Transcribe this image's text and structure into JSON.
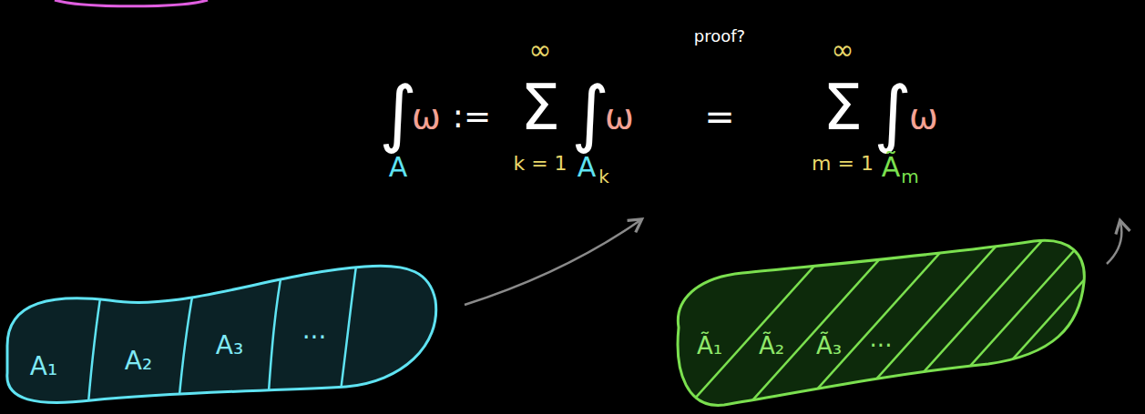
{
  "diagram": {
    "nodes": [
      {
        "text": [
          "A₁",
          "A₂",
          "A₃",
          "..."
        ]
      },
      {
        "text": [
          "Ã₁",
          "Ã₂",
          "Ã₃",
          "..."
        ]
      }
    ],
    "labels": [
      "∫",
      "A",
      "ω",
      ":=",
      "∞",
      "Σ",
      "k = 1",
      "∫",
      "A",
      "k",
      "ω",
      "proof?",
      "=",
      "∞",
      "Σ",
      "m = 1",
      "∫",
      "Ã",
      "m",
      "ω"
    ]
  }
}
